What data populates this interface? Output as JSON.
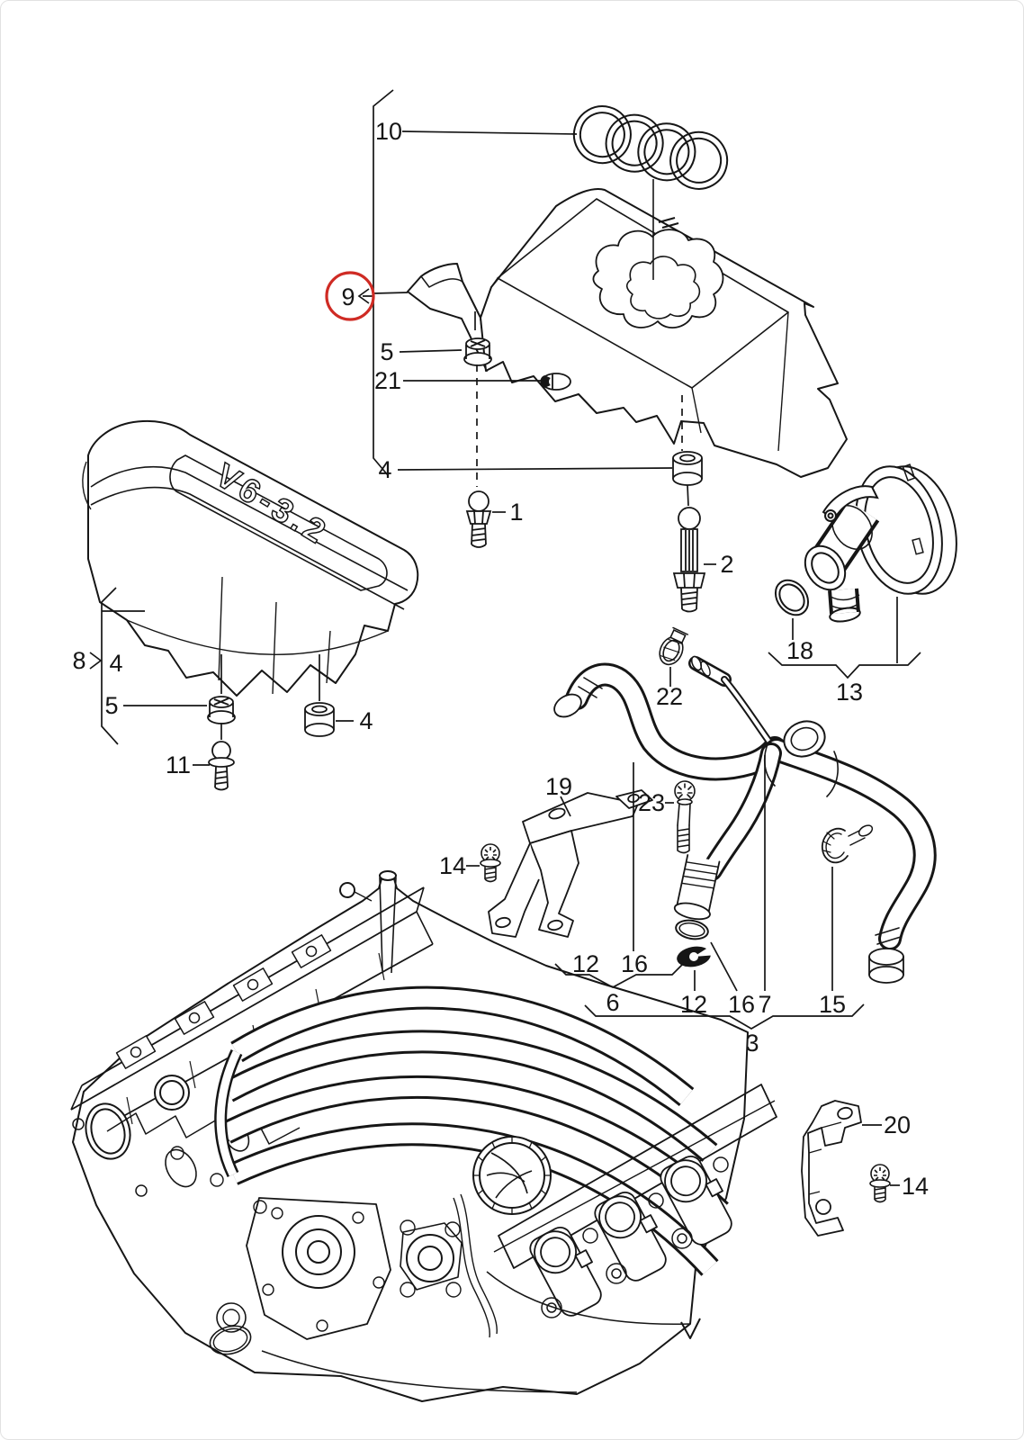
{
  "diagram": {
    "background": "#ffffff",
    "line_color": "#161616",
    "highlight_color": "#cf2b24",
    "badge": "V6-3.2",
    "highlighted_callout": "9"
  },
  "callouts": {
    "c10": "10",
    "c9": "9",
    "c5_top": "5",
    "c21": "21",
    "c4_top": "4",
    "c1": "1",
    "c2": "2",
    "c18": "18",
    "c13": "13",
    "c22": "22",
    "c8": "8",
    "c4_left": "4",
    "c5_left": "5",
    "c11": "11",
    "c4_grommet_left": "4",
    "c19": "19",
    "c23": "23",
    "c14_top": "14",
    "c12_a": "12",
    "c16_a": "16",
    "c6": "6",
    "c12_b": "12",
    "c16_b": "16",
    "c7": "7",
    "c15": "15",
    "c3": "3",
    "c20": "20",
    "c14_bottom": "14"
  }
}
